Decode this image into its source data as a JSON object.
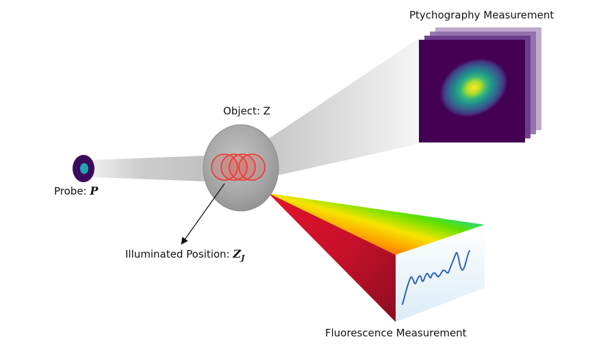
{
  "labels": {
    "probe": {
      "text": "Probe: ",
      "symbol": "P"
    },
    "object": {
      "text": "Object: Z"
    },
    "illuminated": {
      "text": "Illuminated Position: ",
      "symbol": "Z",
      "subscript": "J"
    },
    "ptychography": {
      "text": "Ptychography Measurement"
    },
    "fluorescence": {
      "text": "Fluorescence Measurement"
    }
  },
  "colors": {
    "probe_ring": "#3b0b5c",
    "probe_core": "#1fa3b5",
    "beam": "#cfcfcf",
    "object": "#a8a8a8",
    "scan_circles": "#e8403a",
    "viridis_dark": "#440154",
    "viridis_bright": "#fde725",
    "spectrum_line": "#2b5fb8"
  },
  "scan_positions": {
    "count": 4
  },
  "ptychography_stack": {
    "layers": 4
  }
}
